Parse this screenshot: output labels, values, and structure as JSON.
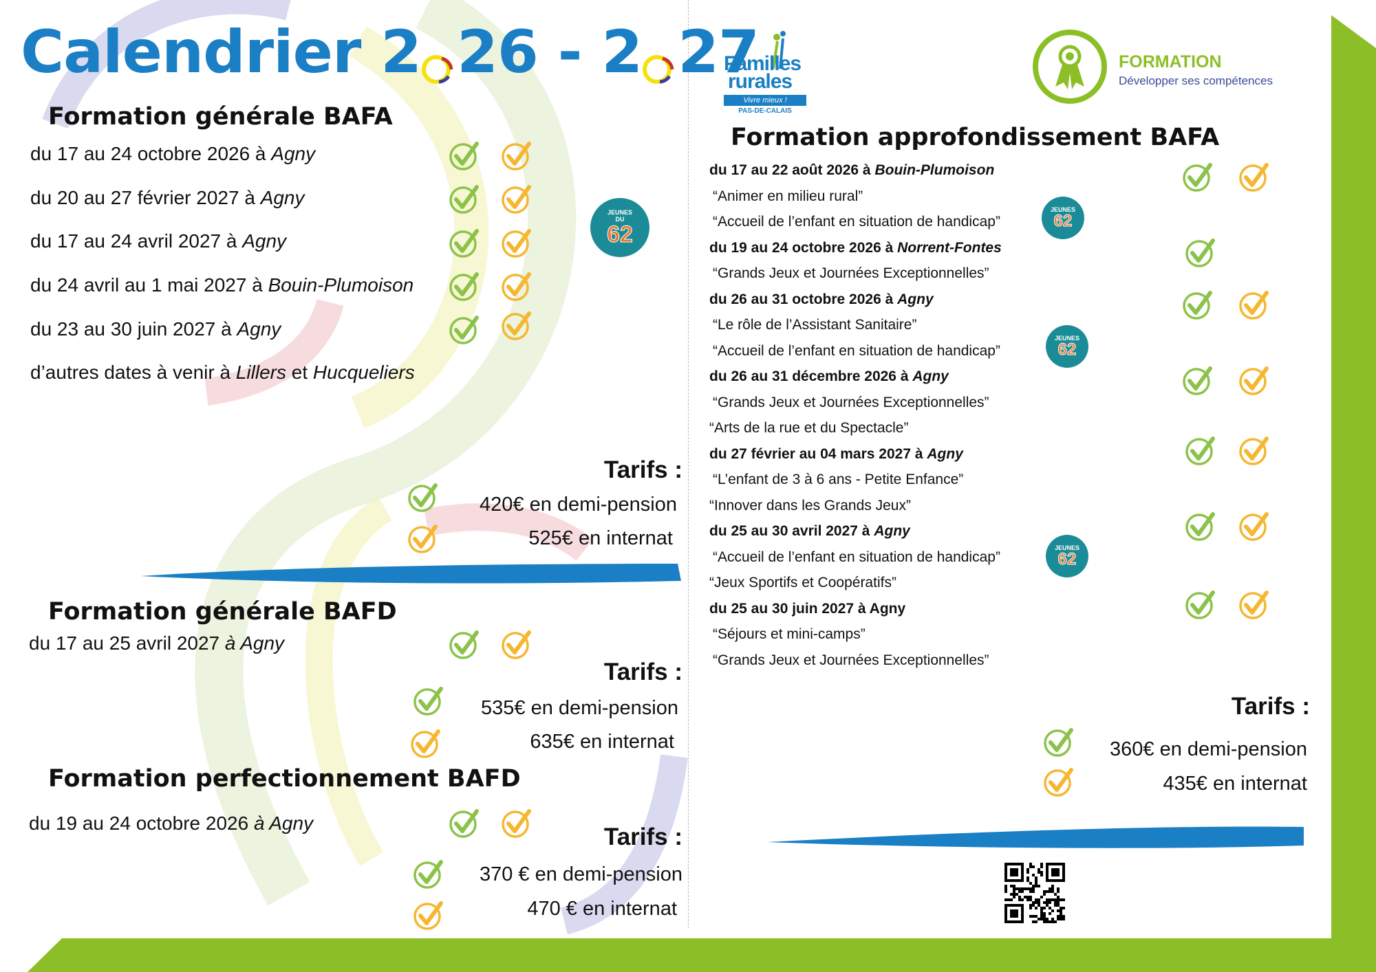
{
  "colors": {
    "title_blue": "#1a7fc4",
    "check_green": "#8bc34a",
    "check_orange": "#f5b731",
    "brand_green": "#8cbf27",
    "badge_teal": "#1b8c97"
  },
  "title": {
    "part1": "Calendrier 2",
    "part2": "26 - 2",
    "part3": "27"
  },
  "bafa_generale": {
    "heading": "Formation générale BAFA",
    "dates": [
      {
        "prefix": "du 17 au 24 octobre 2026 à ",
        "place": "Agny"
      },
      {
        "prefix": "du 20 au 27 février 2027 à ",
        "place": "Agny"
      },
      {
        "prefix": "du 17 au 24 avril 2027 à ",
        "place": "Agny"
      },
      {
        "prefix": "du 24 avril au 1 mai 2027 à ",
        "place": "Bouin-Plumoison"
      },
      {
        "prefix": "du 23 au 30 juin 2027 à ",
        "place": "Agny"
      }
    ],
    "other": {
      "prefix": "d’autres dates à venir à ",
      "place1": "Lillers",
      "mid": " et ",
      "place2": "Hucqueliers"
    },
    "tarifs": {
      "label": "Tarifs :",
      "demi": "420€ en demi-pension",
      "internat": "525€ en internat"
    }
  },
  "bafd_generale": {
    "heading": "Formation générale BAFD",
    "date": {
      "prefix": "du 17  au 25 avril 2027 ",
      "place": "à Agny"
    },
    "tarifs": {
      "label": "Tarifs :",
      "demi": "535€ en demi-pension",
      "internat": "635€ en internat"
    }
  },
  "bafd_perf": {
    "heading": "Formation perfectionnement BAFD",
    "date": {
      "prefix": "du 19 au 24 octobre 2026  ",
      "place": "à Agny"
    },
    "tarifs": {
      "label": "Tarifs :",
      "demi": "370 € en demi-pension",
      "internat": "470 € en internat"
    }
  },
  "logos": {
    "familles_rurales": {
      "line1": "Familles",
      "line2": "rurales",
      "tagline": "Vivre mieux !",
      "region": "PAS-DE-CALAIS"
    },
    "formation": {
      "title": "FORMATION",
      "subtitle": "Développer ses compétences"
    },
    "jeunes62": {
      "top": "JEUNES",
      "mid": "DU",
      "num": "62"
    }
  },
  "bafa_appro": {
    "heading": "Formation approfondissement BAFA",
    "sessions": [
      {
        "date": "du 17 au 22 août 2026 à ",
        "place": "Bouin-Plumoison",
        "items": [
          "“Animer en milieu rural”",
          "“Accueil de l’enfant en situation de handicap”"
        ]
      },
      {
        "date": "du 19 au 24 octobre 2026 à ",
        "place": "Norrent-Fontes",
        "items": [
          "“Grands Jeux et Journées Exceptionnelles”"
        ]
      },
      {
        "date": "du 26 au 31 octobre 2026 à ",
        "place": "Agny",
        "items": [
          "“Le rôle de l’Assistant Sanitaire”",
          "“Accueil de l’enfant en situation de handicap”"
        ]
      },
      {
        "date": "du 26 au 31 décembre 2026 à ",
        "place": "Agny",
        "items": [
          "“Grands Jeux et Journées Exceptionnelles”",
          "“Arts de la rue et du Spectacle”"
        ]
      },
      {
        "date": "du 27 février au 04 mars 2027 à ",
        "place": "Agny",
        "items": [
          "“L’enfant de 3 à 6 ans - Petite Enfance”",
          "“Innover dans les Grands Jeux”"
        ]
      },
      {
        "date": "du 25 au 30 avril 2027 à ",
        "place": "Agny",
        "items": [
          "“Accueil de l’enfant en situation de handicap”",
          "“Jeux Sportifs et Coopératifs”"
        ]
      },
      {
        "date": "du 25 au 30 juin 2027 à Agny",
        "place": "",
        "items": [
          "“Séjours et mini-camps”",
          "“Grands Jeux et Journées Exceptionnelles”"
        ]
      }
    ],
    "tarifs": {
      "label": "Tarifs :",
      "demi": "360€ en demi-pension",
      "internat": "435€ en internat"
    }
  }
}
